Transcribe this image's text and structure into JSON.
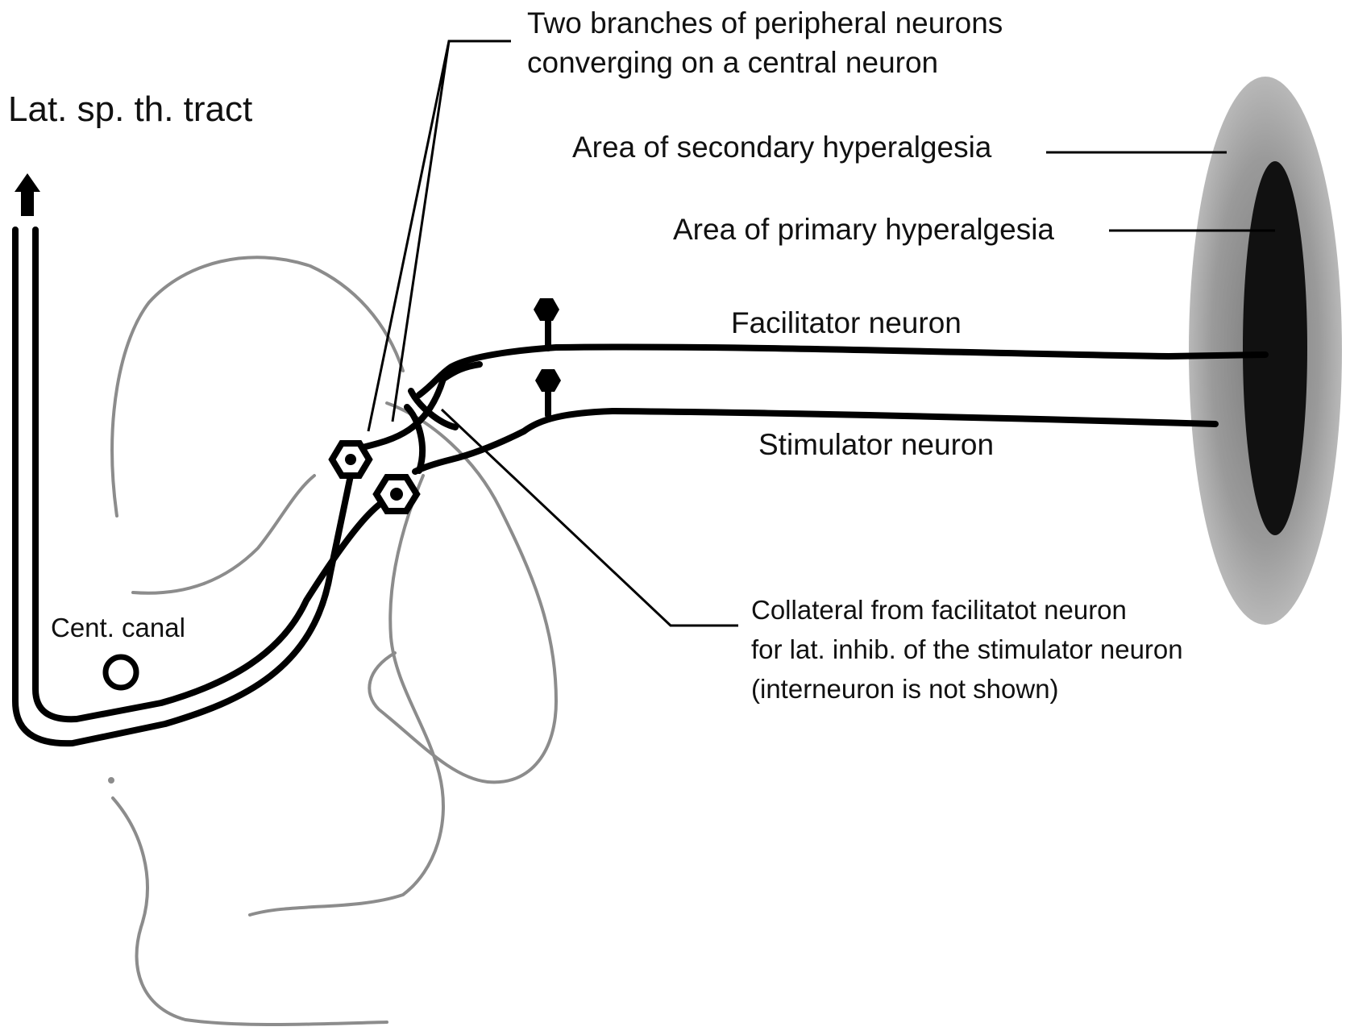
{
  "labels": {
    "tract": "Lat. sp. th. tract",
    "convergence": [
      "Two branches of peripheral neurons",
      "converging on a central neuron"
    ],
    "secondary": "Area of secondary hyperalgesia",
    "primary": "Area of primary hyperalgesia",
    "facilitator": "Facilitator neuron",
    "stimulator": "Stimulator neuron",
    "canal": "Cent. canal",
    "collateral": [
      "Collateral from facilitatot neuron",
      "for lat. inhib. of the stimulator neuron",
      "(interneuron is not shown)"
    ]
  },
  "colors": {
    "fiber": "#000000",
    "outline": "#8c8c8c",
    "secondary_area": "#a9a9a9",
    "primary_area": "#111111"
  }
}
